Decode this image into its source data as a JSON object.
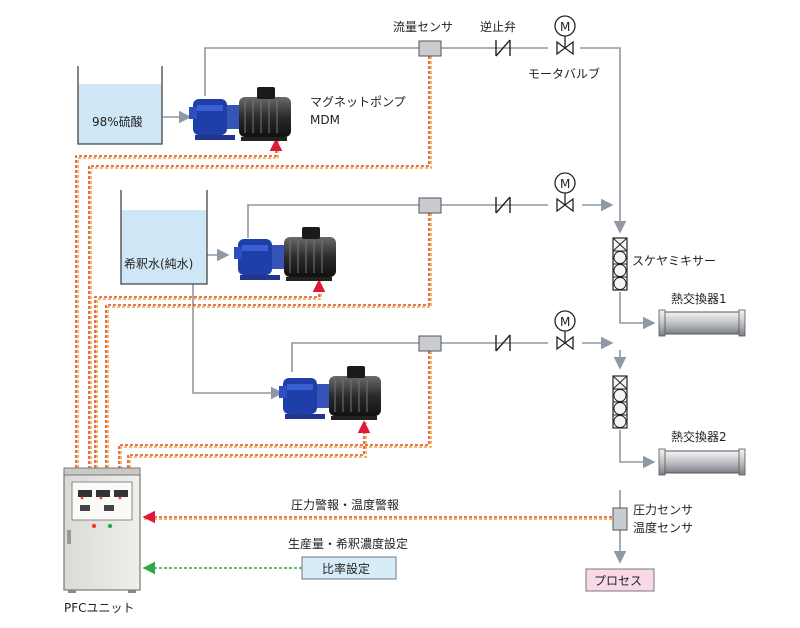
{
  "labels": {
    "tank_acid": "98%硫酸",
    "tank_water": "希釈水(純水)",
    "pump_name": "マグネットポンプ",
    "pump_model": "MDM",
    "flow_sensor": "流量センサ",
    "check_valve": "逆止弁",
    "motor_valve": "モータバルブ",
    "motor_symbol": "M",
    "static_mixer": "スケヤミキサー",
    "heat_exchanger_1": "熱交換器1",
    "heat_exchanger_2": "熱交換器2",
    "pressure_sensor": "圧力センサ",
    "temp_sensor": "温度センサ",
    "alarm_signal": "圧力警報・温度警報",
    "production_setting": "生産量・希釈濃度設定",
    "ratio_setting": "比率設定",
    "process": "プロセス",
    "pfc_unit": "PFCユニット"
  },
  "colors": {
    "pipe": "#8f98a3",
    "signal_red": "#e6452b",
    "signal_orange": "#f2a430",
    "signal_green": "#2fa84a",
    "tank_liquid": "#cfe6f7",
    "pump_blue": "#1f3fa8",
    "motor_dark": "#2e2e2e",
    "process_box": "#f9d9e7",
    "ratio_box": "#d7ecf8"
  },
  "icons": [
    "tank",
    "magnet-pump",
    "flow-sensor",
    "check-valve",
    "motor-valve",
    "static-mixer",
    "heat-exchanger",
    "pressure-temp-sensor",
    "control-cabinet"
  ]
}
